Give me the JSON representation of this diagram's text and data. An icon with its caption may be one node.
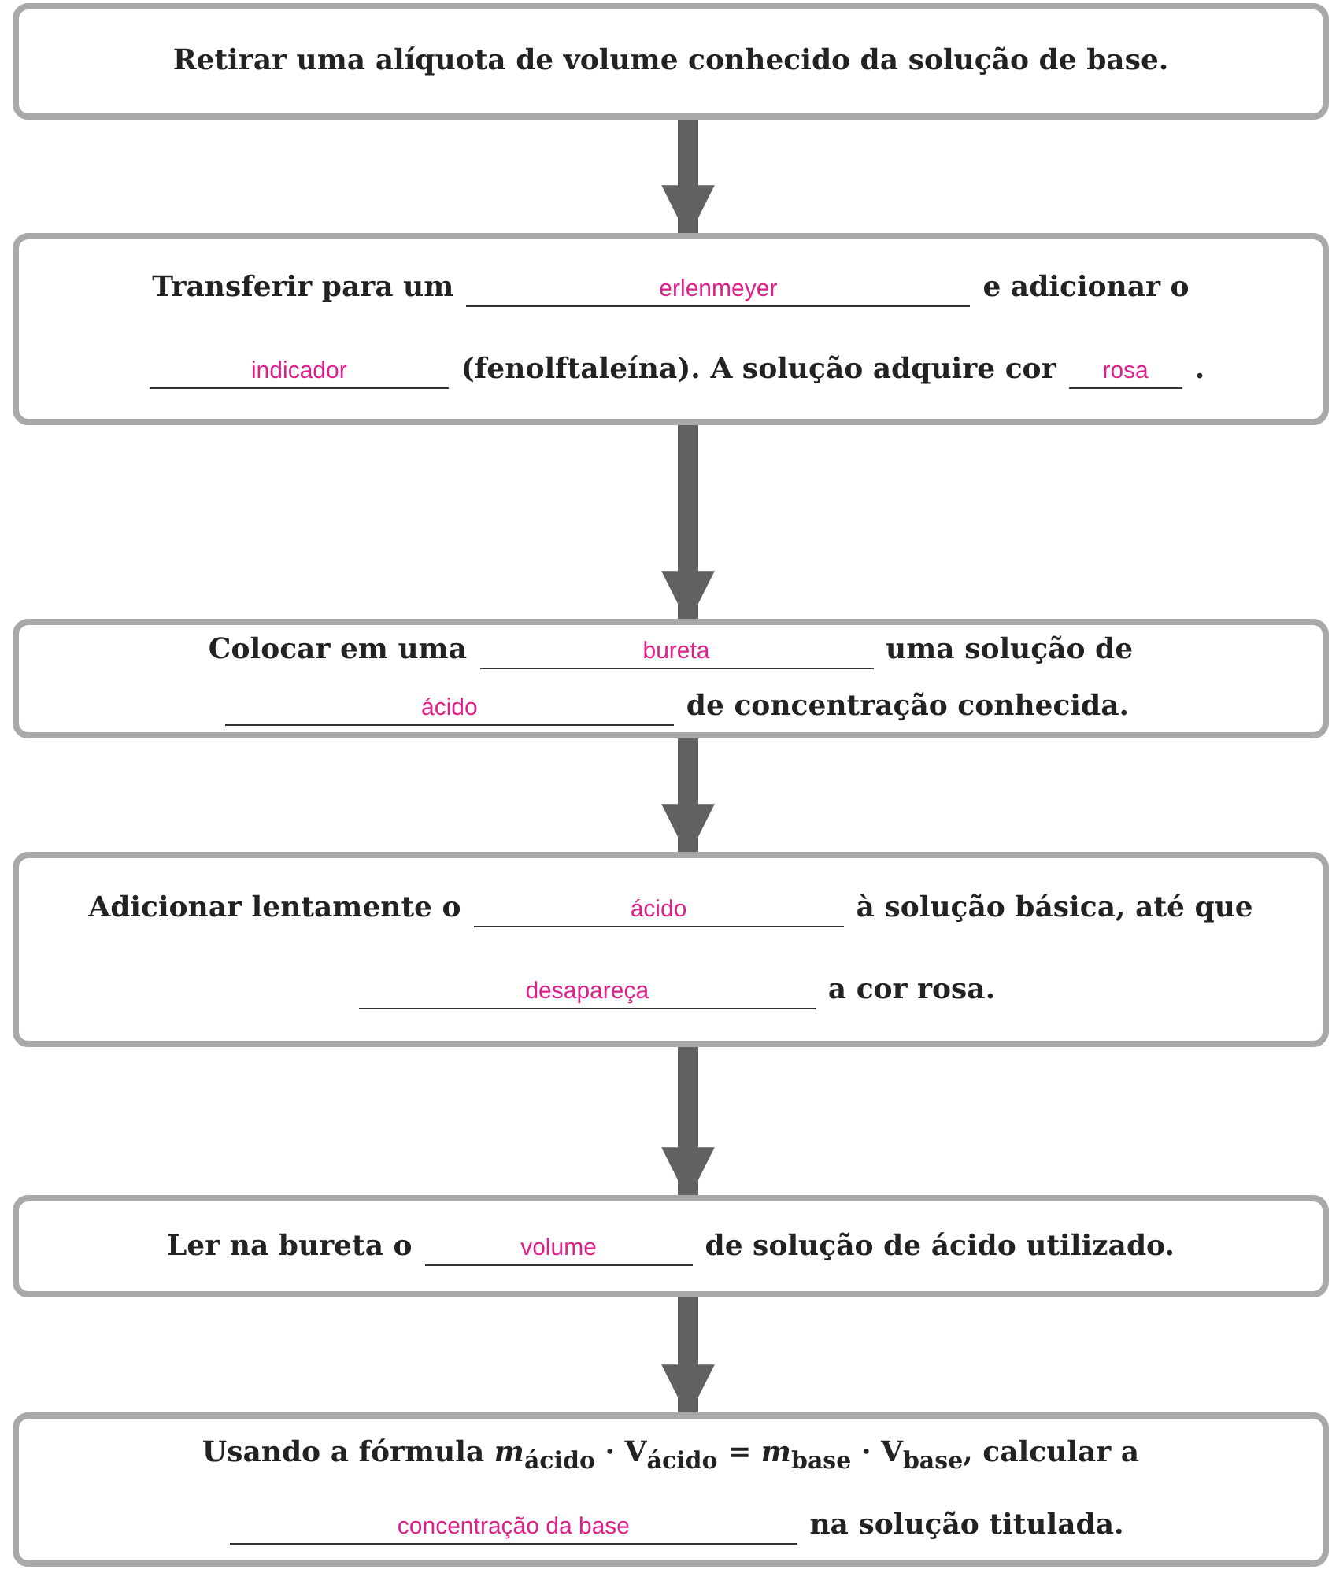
{
  "diagram": {
    "nodes": [
      {
        "text": [
          "Retirar uma alíquota de volume conhecido da solução de base."
        ]
      },
      {
        "text": [
          "Transferir para um",
          "erlenmeyer",
          "e adicionar o",
          "indicador",
          "(fenolftaleína). A solução adquire cor",
          "rosa",
          "."
        ]
      },
      {
        "text": [
          "Colocar em uma",
          "bureta",
          "uma solução de",
          "ácido",
          "de concentração conhecida."
        ]
      },
      {
        "text": [
          "Adicionar lentamente o",
          "ácido",
          "à solução básica, até que",
          "desapareça",
          "a cor rosa."
        ]
      },
      {
        "text": [
          "Ler na bureta o",
          "volume",
          "de solução de ácido utilizado."
        ]
      },
      {
        "text": [
          "Usando a fórmula *m*$_{ácido}$ · V$_{ácido}$ = *m*$_{base}$ · V$_{base}$, calcular a",
          "concentração da base",
          "na solução titulada."
        ]
      }
    ],
    "edges": [
      {
        "from": 0,
        "to": 1,
        "arrow": "to"
      },
      {
        "from": 1,
        "to": 2,
        "arrow": "to"
      },
      {
        "from": 2,
        "to": 3,
        "arrow": "to"
      },
      {
        "from": 3,
        "to": 4,
        "arrow": "to"
      },
      {
        "from": 4,
        "to": 5,
        "arrow": "to"
      }
    ]
  }
}
